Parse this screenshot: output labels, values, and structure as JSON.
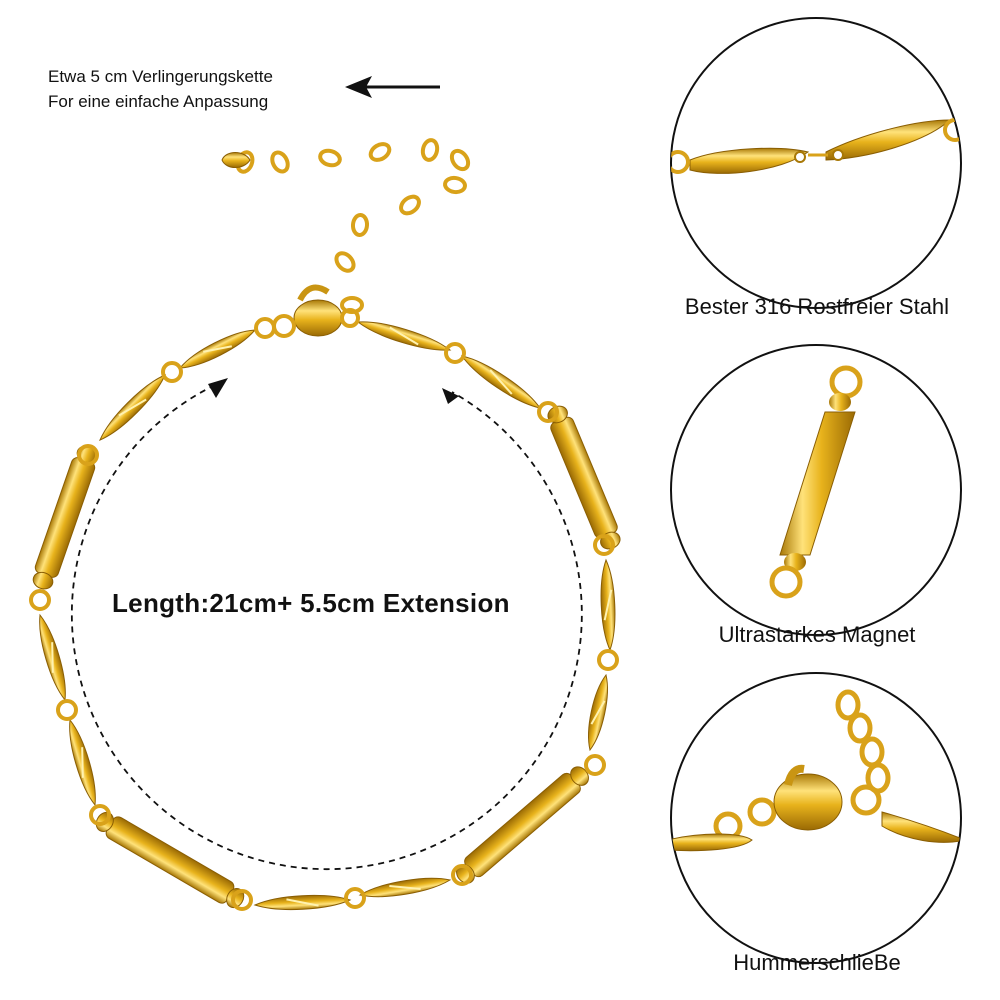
{
  "annotation": {
    "line1": "Etwa 5 cm Verlingerungskette",
    "line2": "For eine einfache Anpassung"
  },
  "length_label": "Length:21cm+ 5.5cm Extension",
  "details": [
    {
      "caption": "Bester 316 Rostfreier Stahl"
    },
    {
      "caption": "Ultrastarkes Magnet"
    },
    {
      "caption": "HummerschlieBe"
    }
  ],
  "colors": {
    "gold": "#e8b31c",
    "gold_light": "#ffe27a",
    "gold_dark": "#a87806",
    "outline": "#111111"
  }
}
